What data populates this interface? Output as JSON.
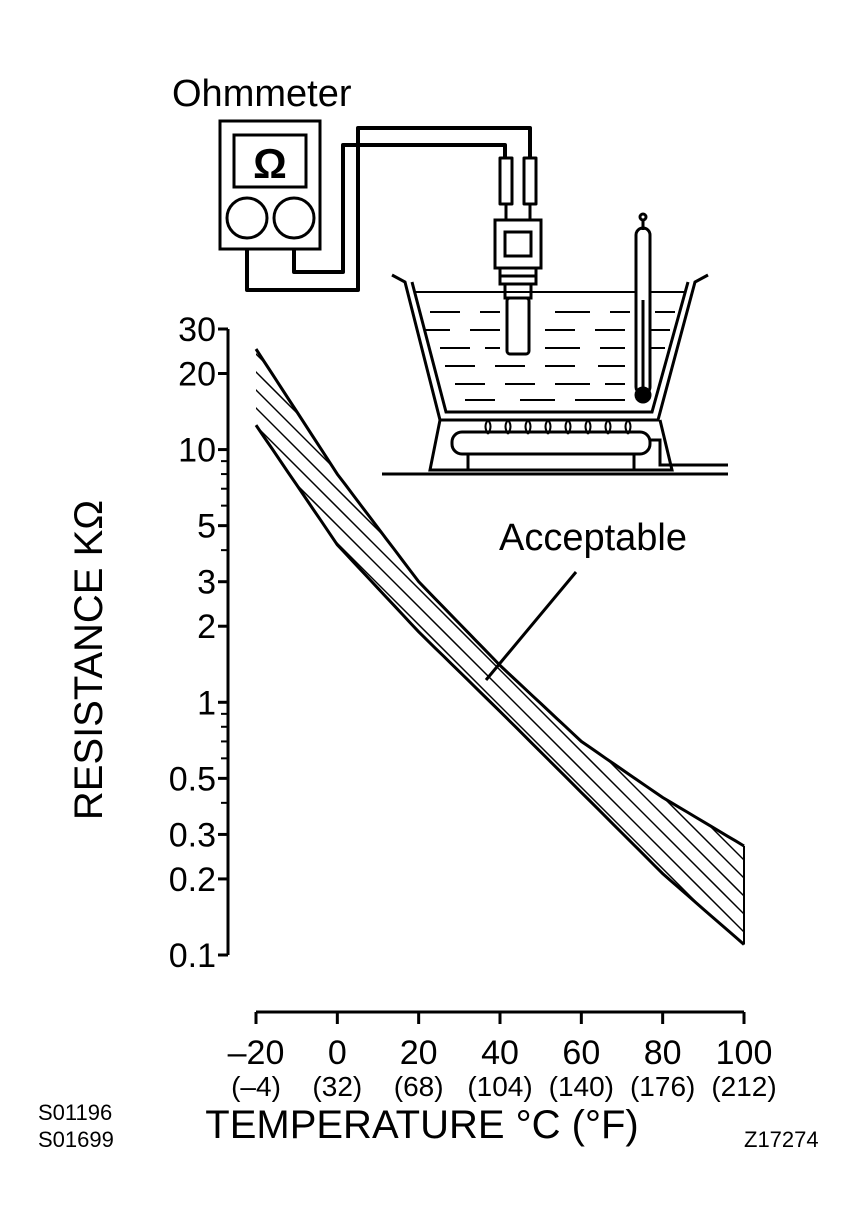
{
  "ohmmeter_label": "Ohmmeter",
  "ohm_symbol": "Ω",
  "codes": {
    "left_top": "S01196",
    "left_bottom": "S01699",
    "right": "Z17274"
  },
  "chart_data": {
    "type": "area",
    "title": "",
    "xlabel": "TEMPERATURE °C (°F)",
    "ylabel": "RESISTANCE KΩ",
    "y_scale": "log",
    "xlim": [
      -20,
      100
    ],
    "ylim": [
      0.1,
      30
    ],
    "grid": false,
    "x_ticks": [
      {
        "value": -20,
        "label": "–20",
        "sublabel": "(–4)"
      },
      {
        "value": 0,
        "label": "0",
        "sublabel": "(32)"
      },
      {
        "value": 20,
        "label": "20",
        "sublabel": "(68)"
      },
      {
        "value": 40,
        "label": "40",
        "sublabel": "(104)"
      },
      {
        "value": 60,
        "label": "60",
        "sublabel": "(140)"
      },
      {
        "value": 80,
        "label": "80",
        "sublabel": "(176)"
      },
      {
        "value": 100,
        "label": "100",
        "sublabel": "(212)"
      }
    ],
    "y_ticks": [
      {
        "value": 30,
        "label": "30"
      },
      {
        "value": 20,
        "label": "20"
      },
      {
        "value": 10,
        "label": "10"
      },
      {
        "value": 5,
        "label": "5"
      },
      {
        "value": 3,
        "label": "3"
      },
      {
        "value": 2,
        "label": "2"
      },
      {
        "value": 1,
        "label": "1"
      },
      {
        "value": 0.5,
        "label": "0.5"
      },
      {
        "value": 0.3,
        "label": "0.3"
      },
      {
        "value": 0.2,
        "label": "0.2"
      },
      {
        "value": 0.1,
        "label": "0.1"
      }
    ],
    "y_minor_ticks": [
      9,
      8,
      7,
      6,
      4,
      0.9,
      0.8,
      0.7,
      0.6,
      0.4
    ],
    "band": {
      "name": "Acceptable",
      "x": [
        -20,
        0,
        20,
        40,
        60,
        80,
        100
      ],
      "upper": [
        25,
        8,
        3,
        1.4,
        0.7,
        0.42,
        0.27
      ],
      "lower": [
        12.5,
        4.2,
        1.9,
        0.92,
        0.44,
        0.21,
        0.11
      ]
    }
  }
}
